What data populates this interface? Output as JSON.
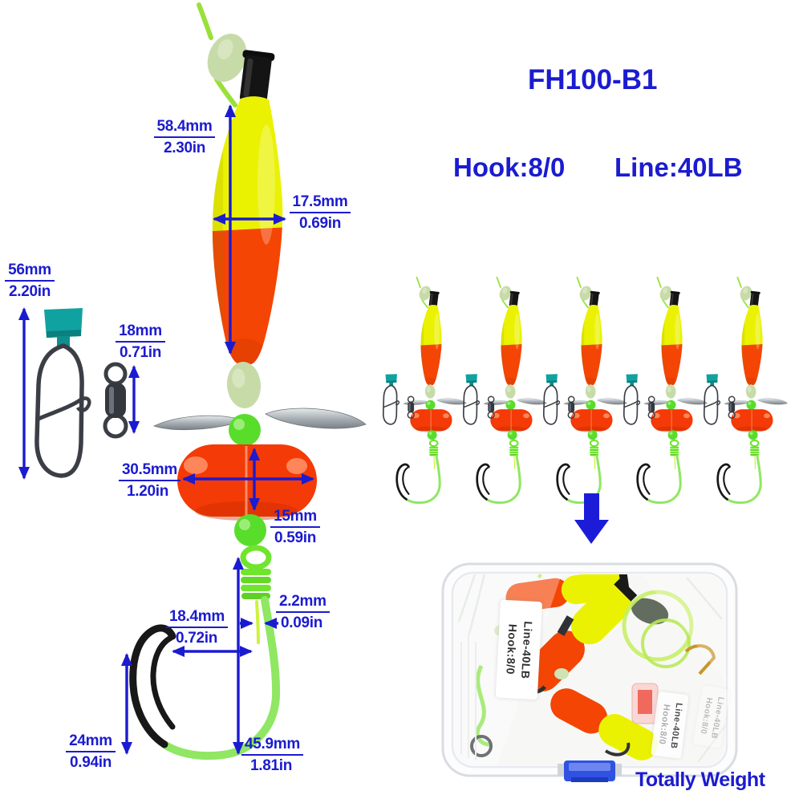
{
  "title": "FH100-B1",
  "specs": {
    "hook": "Hook:8/0",
    "line": "Line:40LB"
  },
  "footer": "Totally Weight",
  "rig_count": 5,
  "dimensions": {
    "float_length": {
      "mm": "58.4mm",
      "inch": "2.30in"
    },
    "float_diameter": {
      "mm": "17.5mm",
      "inch": "0.69in"
    },
    "snap_length": {
      "mm": "56mm",
      "inch": "2.20in"
    },
    "swivel_length": {
      "mm": "18mm",
      "inch": "0.71in"
    },
    "spinner_width": {
      "mm": "30.5mm",
      "inch": "1.20in"
    },
    "spinner_height": {
      "mm": "15mm",
      "inch": "0.59in"
    },
    "line_diameter": {
      "mm": "2.2mm",
      "inch": "0.09in"
    },
    "hook_gap": {
      "mm": "18.4mm",
      "inch": "0.72in"
    },
    "hook_point": {
      "mm": "24mm",
      "inch": "0.94in"
    },
    "hook_length": {
      "mm": "45.9mm",
      "inch": "1.81in"
    }
  },
  "box_labels": {
    "label1_line1": "Hook:8/0",
    "label1_line2": "Line-40LB",
    "label2_line1": "Hook:8/0",
    "label2_line2": "Line-40LB",
    "label3_line1": "Hook:8/0",
    "label3_line2": "Line-40LB"
  },
  "colors": {
    "accent_blue": "#1b1bd0",
    "float_yellow": "#eaf202",
    "float_orange": "#f44505",
    "spinner_red": "#f43a06",
    "glow_bead_green": "#c7dba9",
    "bright_bead_green": "#58dd2b",
    "hook_green": "#8fe763",
    "snap_teal": "#10a2a0",
    "metal_gray": "#9ba2a8",
    "latch_blue": "#2f52e3"
  }
}
